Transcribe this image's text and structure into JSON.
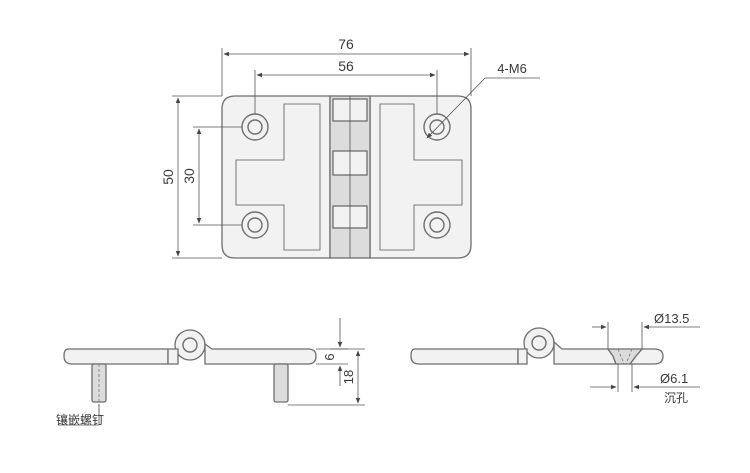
{
  "top_view": {
    "dims": {
      "overall_width": "76",
      "hole_spacing_x": "56",
      "overall_height": "50",
      "hole_spacing_y": "30",
      "thread_callout": "4-M6"
    }
  },
  "front_view": {
    "dims": {
      "thickness": "6",
      "height": "18"
    },
    "label_insert_screw": "镶嵌螺钉"
  },
  "side_view": {
    "dims": {
      "counterbore_dia": "Ø13.5",
      "hole_dia": "Ø6.1"
    },
    "label_counterbore": "沉孔"
  },
  "colors": {
    "line": "#6e6e6e",
    "fill": "#f2f2f2",
    "text": "#3a3a3a"
  }
}
